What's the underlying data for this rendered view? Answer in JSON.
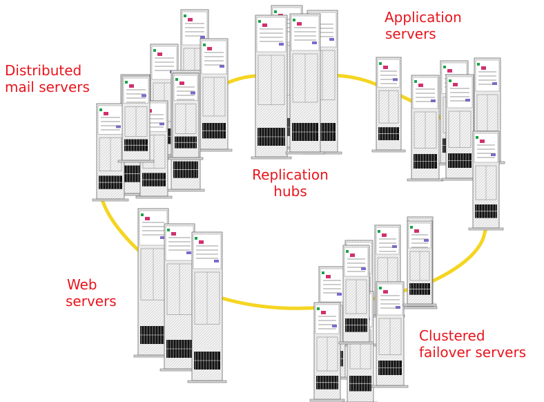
{
  "colors": {
    "label": "#e8141c",
    "ring": "#f5d522",
    "rack_fill": "#f3f3f3",
    "rack_stroke": "#6a6a6a",
    "rack_hatch": "#c8c8c8",
    "vent": "#111111",
    "accent_green": "#1aa34a",
    "accent_magenta": "#d0306e",
    "accent_purple": "#7a6ad0"
  },
  "labels": {
    "application": [
      "Application",
      "servers"
    ],
    "distributed": [
      "Distributed",
      "mail servers"
    ],
    "replication": [
      "Replication",
      "hubs"
    ],
    "web": [
      "Web",
      "servers"
    ],
    "clustered": [
      "Clustered",
      "failover servers"
    ]
  },
  "groups": [
    {
      "id": "distributed",
      "name": "distributed-mail-servers",
      "count": 9
    },
    {
      "id": "replication",
      "name": "replication-hubs",
      "count": 4
    },
    {
      "id": "application",
      "name": "application-servers",
      "count": 6
    },
    {
      "id": "web",
      "name": "web-servers",
      "count": 3
    },
    {
      "id": "clustered",
      "name": "clustered-failover-servers",
      "count": 9
    }
  ]
}
